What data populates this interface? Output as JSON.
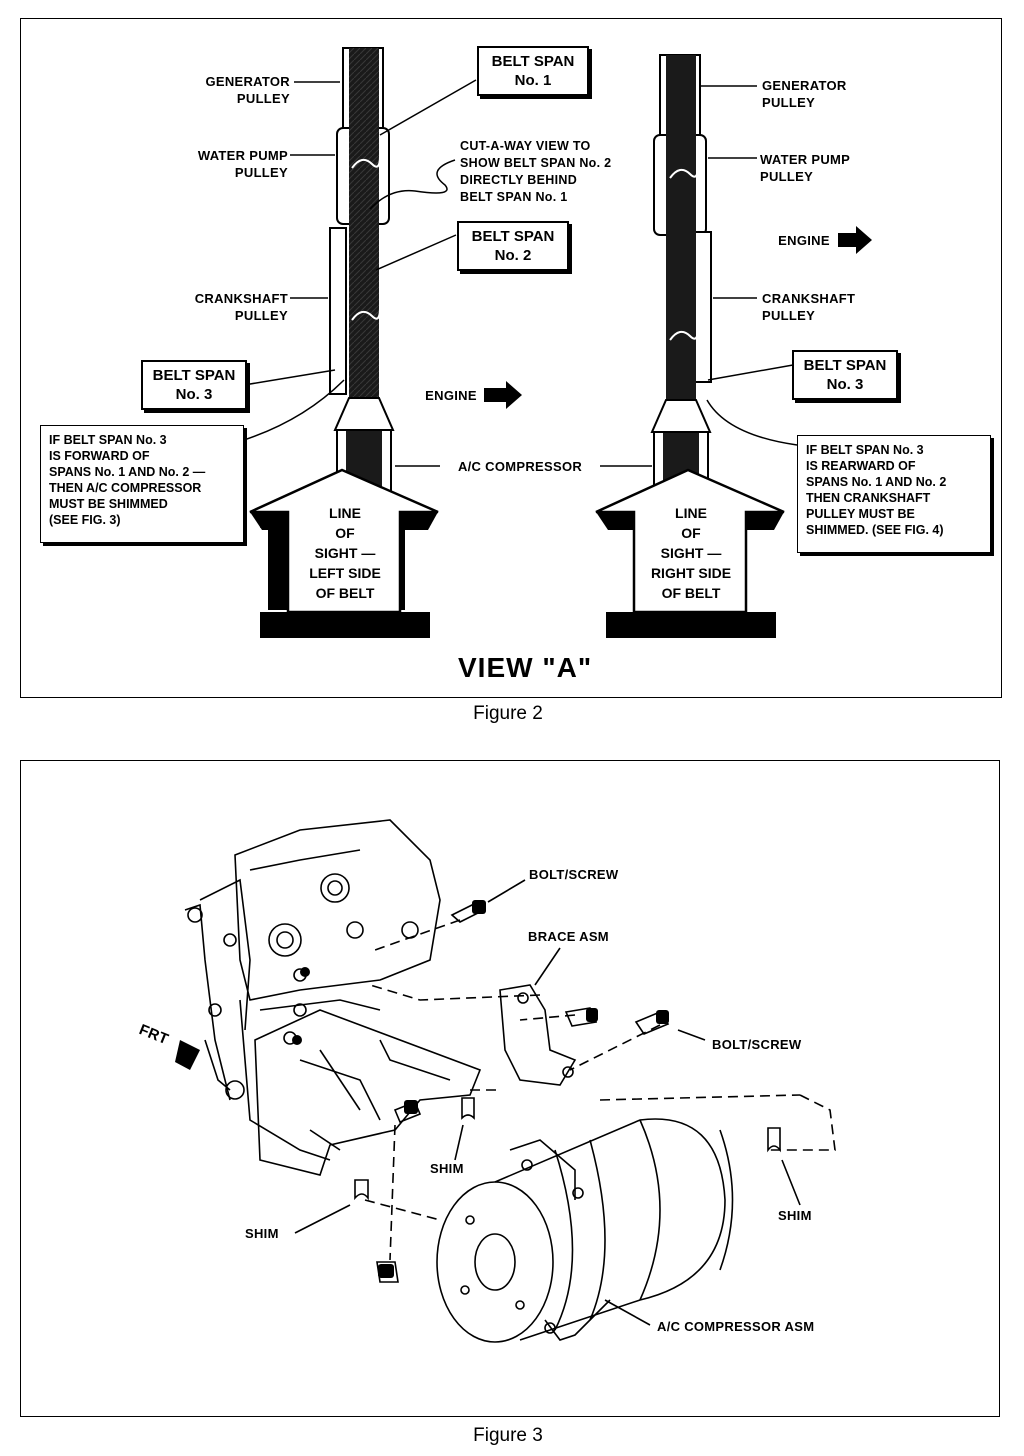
{
  "figure2": {
    "caption": "Figure 2",
    "view_title": "VIEW \"A\"",
    "left": {
      "generator": "GENERATOR\nPULLEY",
      "water_pump": "WATER PUMP\nPULLEY",
      "crankshaft": "CRANKSHAFT\nPULLEY",
      "belt_span_3": "BELT SPAN\nNo. 3",
      "note": "IF BELT SPAN No. 3\nIS FORWARD OF\nSPANS No. 1 AND No. 2 —\nTHEN A/C COMPRESSOR\nMUST BE SHIMMED\n(SEE FIG. 3)",
      "line_of_sight": "LINE\nOF\nSIGHT —\nLEFT SIDE\nOF BELT"
    },
    "center": {
      "belt_span_1": "BELT SPAN\nNo. 1",
      "cutaway": "CUT-A-WAY VIEW TO\nSHOW BELT SPAN No. 2\nDIRECTLY BEHIND\nBELT SPAN No. 1",
      "belt_span_2": "BELT SPAN\nNo. 2",
      "engine": "ENGINE",
      "ac_compressor": "A/C COMPRESSOR"
    },
    "right": {
      "generator": "GENERATOR\nPULLEY",
      "water_pump": "WATER PUMP\nPULLEY",
      "engine": "ENGINE",
      "crankshaft": "CRANKSHAFT\nPULLEY",
      "belt_span_3": "BELT SPAN\nNo. 3",
      "note": "IF BELT SPAN No. 3\nIS REARWARD OF\nSPANS No. 1 AND No. 2\nTHEN CRANKSHAFT\nPULLEY MUST BE\nSHIMMED. (SEE FIG. 4)",
      "line_of_sight": "LINE\nOF\nSIGHT —\nRIGHT SIDE\nOF BELT"
    }
  },
  "figure3": {
    "caption": "Figure 3",
    "labels": {
      "bolt_screw_top": "BOLT/SCREW",
      "brace_asm": "BRACE ASM",
      "bolt_screw_right": "BOLT/SCREW",
      "frt": "FRT",
      "shim_center": "SHIM",
      "shim_left": "SHIM",
      "shim_right": "SHIM",
      "ac_compressor_asm": "A/C COMPRESSOR ASM"
    }
  }
}
